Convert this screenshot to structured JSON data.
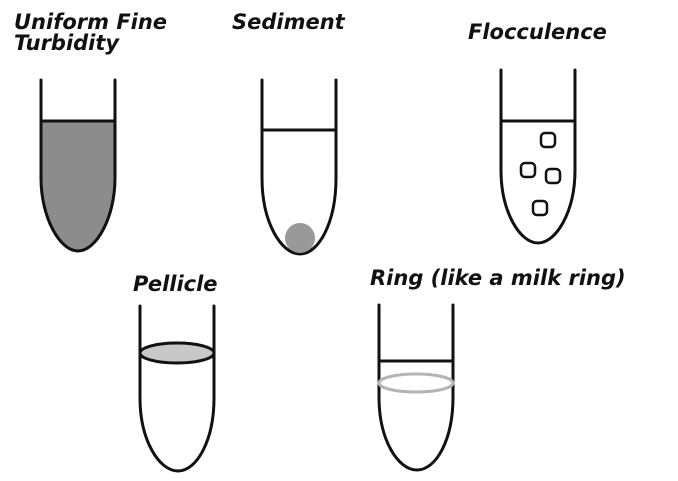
{
  "labels": {
    "uniform_line1": "Uniform Fine",
    "uniform_line2": "Turbidity",
    "sediment": "Sediment",
    "flocculence": "Flocculence",
    "pellicle": "Pellicle",
    "ring": "Ring (like a milk ring)"
  },
  "colors": {
    "outline": "#111111",
    "turbid_fill": "#8c8c8c",
    "sediment_fill": "#999999",
    "pellicle_fill": "#c8c8c8",
    "ring_stroke": "#b4b4b4"
  }
}
